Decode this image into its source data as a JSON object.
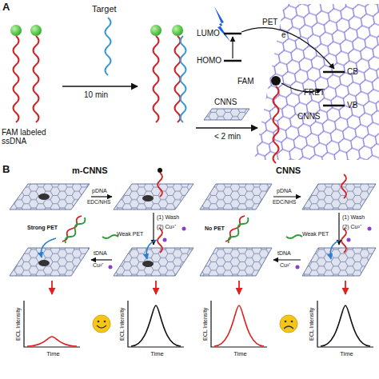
{
  "diagram": {
    "nodes": [
      {
        "text": [
          "ECL Intensity",
          "Time"
        ]
      },
      {
        "text": [
          "ECL Intensity",
          "Time"
        ]
      },
      {
        "text": [
          "ECL Intensity",
          "Time"
        ]
      },
      {
        "text": [
          "ECL Intensity",
          "Time"
        ]
      }
    ],
    "labels": [
      "A",
      "Target",
      "10 min",
      "CNNS",
      "< 2 min",
      "FAM labeled ssDNA",
      "LUMO",
      "HOMO",
      "PET",
      "e⁻",
      "CB",
      "VB",
      "FRET",
      "FAM",
      "CNNS",
      "B",
      "m-CNNS",
      "CNNS",
      "pDNA",
      "EDC/NHS",
      "(1) Wash",
      "(2) Cu²⁺",
      "Strong PET",
      "Weak PET",
      "tDNA",
      "pDNA",
      "EDC/NHS",
      "(1) Wash",
      "(2) Cu²⁺",
      "No PET",
      "Weak PET",
      "tDNA",
      "Cu²⁺",
      "Cu²⁺"
    ]
  }
}
